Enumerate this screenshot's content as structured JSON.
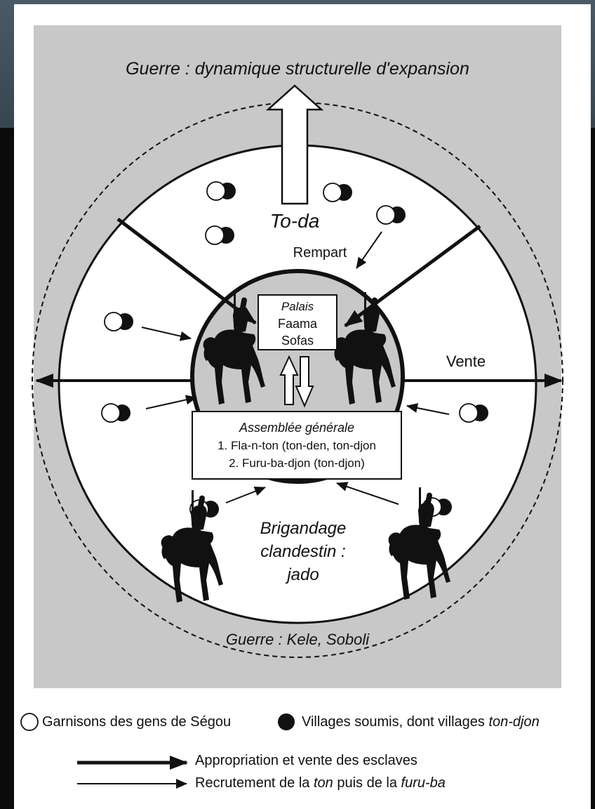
{
  "diagram": {
    "title_top": "Guerre : dynamique structurelle d'expansion",
    "toda": "To-da",
    "rempart": "Rempart",
    "palais": {
      "title": "Palais",
      "line1": "Faama",
      "line2": "Sofas"
    },
    "vente": "Vente",
    "assemblee": {
      "title": "Assemblée générale",
      "line1": "1. Fla-n-ton (ton-den, ton-djon",
      "line2": "2. Furu-ba-djon (ton-djon)"
    },
    "brigandage": {
      "line1": "Brigandage",
      "line2": "clandestin :",
      "line3": "jado"
    },
    "guerre_bottom": "Guerre : Kele, Soboli"
  },
  "legend": {
    "garnisons": "Garnisons des gens de Ségou",
    "villages_prefix": "Villages soumis, dont villages ",
    "villages_italic": "ton-djon",
    "appropriation": "Appropriation et vente des esclaves",
    "recrutement_prefix": "Recrutement de la ",
    "recrutement_ton": "ton",
    "recrutement_mid": " puis de la ",
    "recrutement_furuba": "furu-ba"
  },
  "colors": {
    "panel": "#c8c8c8",
    "page": "#ffffff",
    "ink": "#111111",
    "backdrop": "#0b0b0b",
    "backdrop_top": "#44535e"
  }
}
